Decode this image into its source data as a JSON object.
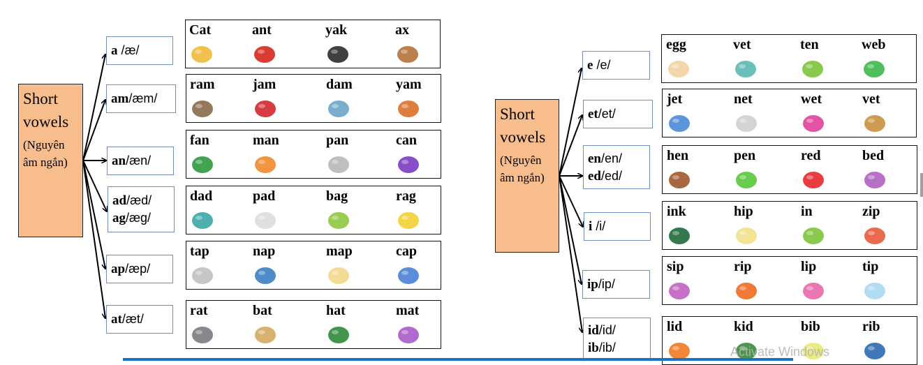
{
  "left_panel": {
    "root": {
      "title_line1": "Short",
      "title_line2": "vowels",
      "sub_line1": "(Nguyên",
      "sub_line2": "âm ngắn)"
    },
    "patterns": [
      {
        "lines": [
          {
            "bold": "a",
            "ipa": " /æ/"
          }
        ]
      },
      {
        "lines": [
          {
            "bold": "am",
            "ipa": "/æm/"
          }
        ]
      },
      {
        "lines": [
          {
            "bold": "an",
            "ipa": "/æn/"
          }
        ]
      },
      {
        "lines": [
          {
            "bold": "ad",
            "ipa": "/æd/"
          },
          {
            "bold": "ag",
            "ipa": "/æg/"
          }
        ]
      },
      {
        "lines": [
          {
            "bold": "ap",
            "ipa": "/æp/"
          }
        ]
      },
      {
        "lines": [
          {
            "bold": "at",
            "ipa": "/æt/"
          }
        ]
      }
    ],
    "word_rows": [
      {
        "words": [
          {
            "word": "Cat",
            "icon": "cat-icon",
            "color": "#f0b93a"
          },
          {
            "word": "ant",
            "icon": "ant-icon",
            "color": "#d6261c"
          },
          {
            "word": "yak",
            "icon": "yak-icon",
            "color": "#2b2b2b"
          },
          {
            "word": "ax",
            "icon": "ax-icon",
            "color": "#b5723a"
          }
        ]
      },
      {
        "words": [
          {
            "word": "ram",
            "icon": "ram-icon",
            "color": "#8a6a4a"
          },
          {
            "word": "jam",
            "icon": "jam-jar-icon",
            "color": "#d2272e"
          },
          {
            "word": "dam",
            "icon": "dam-icon",
            "color": "#6aa6c8"
          },
          {
            "word": "yam",
            "icon": "yam-icon",
            "color": "#d9702a"
          }
        ]
      },
      {
        "words": [
          {
            "word": "fan",
            "icon": "fan-icon",
            "color": "#2e9a3e"
          },
          {
            "word": "man",
            "icon": "man-icon",
            "color": "#f08a2a"
          },
          {
            "word": "pan",
            "icon": "pan-icon",
            "color": "#b8b8b8"
          },
          {
            "word": "can",
            "icon": "can-icon",
            "color": "#7a3bc2"
          }
        ]
      },
      {
        "words": [
          {
            "word": "dad",
            "icon": "dad-icon",
            "color": "#3aa6a6"
          },
          {
            "word": "pad",
            "icon": "notepad-icon",
            "color": "#dcdcdc"
          },
          {
            "word": "bag",
            "icon": "backpack-icon",
            "color": "#8dc63f"
          },
          {
            "word": "rag",
            "icon": "rag-icon",
            "color": "#f2d234"
          }
        ]
      },
      {
        "words": [
          {
            "word": "tap",
            "icon": "faucet-icon",
            "color": "#c0c0c0"
          },
          {
            "word": "nap",
            "icon": "nap-icon",
            "color": "#3a7fc2"
          },
          {
            "word": "map",
            "icon": "map-icon",
            "color": "#f2d68a"
          },
          {
            "word": "cap",
            "icon": "cap-icon",
            "color": "#4a7fd6"
          }
        ]
      },
      {
        "words": [
          {
            "word": "rat",
            "icon": "rat-icon",
            "color": "#7a7a80"
          },
          {
            "word": "bat",
            "icon": "bat-icon",
            "color": "#d4a860"
          },
          {
            "word": "hat",
            "icon": "hat-icon",
            "color": "#2e8a3a"
          },
          {
            "word": "mat",
            "icon": "mat-icon",
            "color": "#a85ac8"
          }
        ]
      }
    ]
  },
  "right_panel": {
    "root": {
      "title_line1": "Short",
      "title_line2": "vowels",
      "sub_line1": "(Nguyên",
      "sub_line2": "âm ngắn)"
    },
    "patterns": [
      {
        "lines": [
          {
            "bold": "e",
            "ipa": " /e/"
          }
        ]
      },
      {
        "lines": [
          {
            "bold": "et",
            "ipa": "/et/"
          }
        ]
      },
      {
        "lines": [
          {
            "bold": "en",
            "ipa": "/en/"
          },
          {
            "bold": "ed",
            "ipa": "/ed/"
          }
        ]
      },
      {
        "lines": [
          {
            "bold": "i",
            "ipa": " /i/"
          }
        ]
      },
      {
        "lines": [
          {
            "bold": "ip",
            "ipa": "/ip/"
          }
        ]
      },
      {
        "lines": [
          {
            "bold": "id",
            "ipa": "/id/"
          },
          {
            "bold": "ib",
            "ipa": "/ib/"
          }
        ]
      }
    ],
    "word_rows": [
      {
        "words": [
          {
            "word": "egg",
            "icon": "egg-icon",
            "color": "#f2d2a0"
          },
          {
            "word": "vet",
            "icon": "vet-icon",
            "color": "#5ab8b0"
          },
          {
            "word": "ten",
            "icon": "number-ten-icon",
            "color": "#7cc43a"
          },
          {
            "word": "web",
            "icon": "web-icon",
            "color": "#3cb84a"
          }
        ]
      },
      {
        "words": [
          {
            "word": "jet",
            "icon": "jet-icon",
            "color": "#4a8ad6"
          },
          {
            "word": "net",
            "icon": "net-icon",
            "color": "#cfcfcf"
          },
          {
            "word": "wet",
            "icon": "wet-towel-icon",
            "color": "#e0409a"
          },
          {
            "word": "vet",
            "icon": "vet-dog-icon",
            "color": "#c89040"
          }
        ]
      },
      {
        "words": [
          {
            "word": "hen",
            "icon": "hen-icon",
            "color": "#a0582a"
          },
          {
            "word": "pen",
            "icon": "pen-icon",
            "color": "#58c83a"
          },
          {
            "word": "red",
            "icon": "red-splat-icon",
            "color": "#e8282a"
          },
          {
            "word": "bed",
            "icon": "bed-icon",
            "color": "#b060c0"
          }
        ]
      },
      {
        "words": [
          {
            "word": "ink",
            "icon": "ink-bottle-icon",
            "color": "#1e6a3a"
          },
          {
            "word": "hip",
            "icon": "hip-icon",
            "color": "#f2e08a"
          },
          {
            "word": "in",
            "icon": "in-box-icon",
            "color": "#7cc43a"
          },
          {
            "word": "zip",
            "icon": "zip-icon",
            "color": "#e85a3a"
          }
        ]
      },
      {
        "words": [
          {
            "word": "sip",
            "icon": "sip-icon",
            "color": "#c060c0"
          },
          {
            "word": "rip",
            "icon": "rip-icon",
            "color": "#f06a20"
          },
          {
            "word": "lip",
            "icon": "lips-icon",
            "color": "#e868a8"
          },
          {
            "word": "tip",
            "icon": "fingertip-icon",
            "color": "#a8d8f0"
          }
        ]
      },
      {
        "words": [
          {
            "word": "lid",
            "icon": "pot-lid-icon",
            "color": "#f07a20"
          },
          {
            "word": "kid",
            "icon": "kid-icon",
            "color": "#3a8a3a"
          },
          {
            "word": "bib",
            "icon": "bib-icon",
            "color": "#e8e870"
          },
          {
            "word": "rib",
            "icon": "rib-xray-icon",
            "color": "#2a6ab0"
          }
        ]
      }
    ]
  },
  "overlay": {
    "watermark": "Activate Windows"
  }
}
